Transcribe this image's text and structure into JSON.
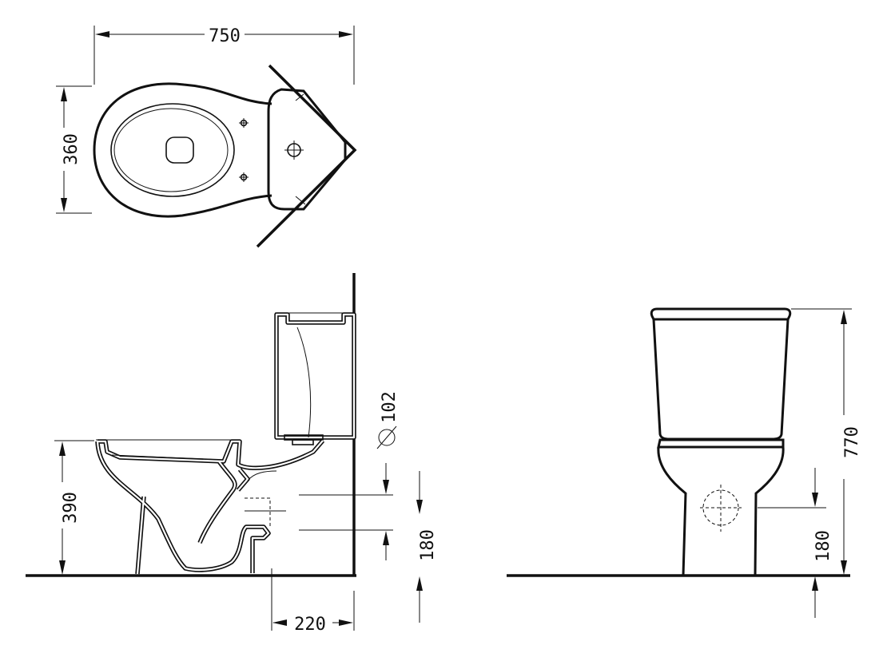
{
  "dimensions": {
    "top_width": "750",
    "top_depth": "360",
    "side_bowl_height": "390",
    "side_outlet_diameter": "102",
    "side_outlet_height": "180",
    "side_outlet_offset": "220",
    "front_total_height": "770",
    "front_outlet_height": "180"
  },
  "colors": {
    "line": "#111111",
    "background": "#ffffff"
  }
}
